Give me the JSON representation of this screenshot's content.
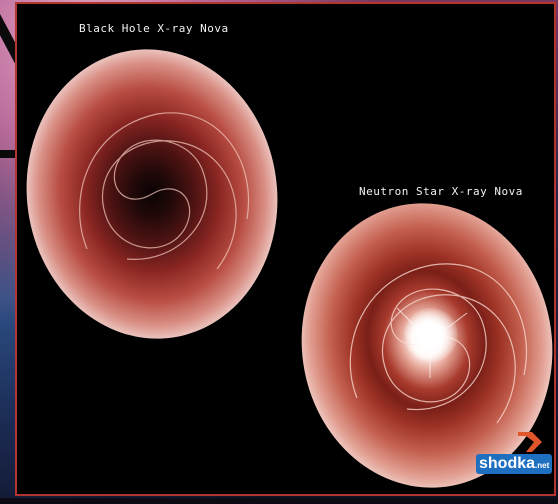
{
  "labels": {
    "black_hole": "Black Hole X-ray Nova",
    "neutron_star": "Neutron Star X-ray Nova"
  },
  "watermark": {
    "brand": "shodka",
    "suffix": ".net",
    "colors": {
      "badge": "#1e6fc0",
      "mark": "#e2562c"
    }
  },
  "colors": {
    "panel_border": "#b3352f",
    "panel_background": "#000000",
    "disk_red": "#8a2622",
    "disk_white": "#ffffff"
  }
}
